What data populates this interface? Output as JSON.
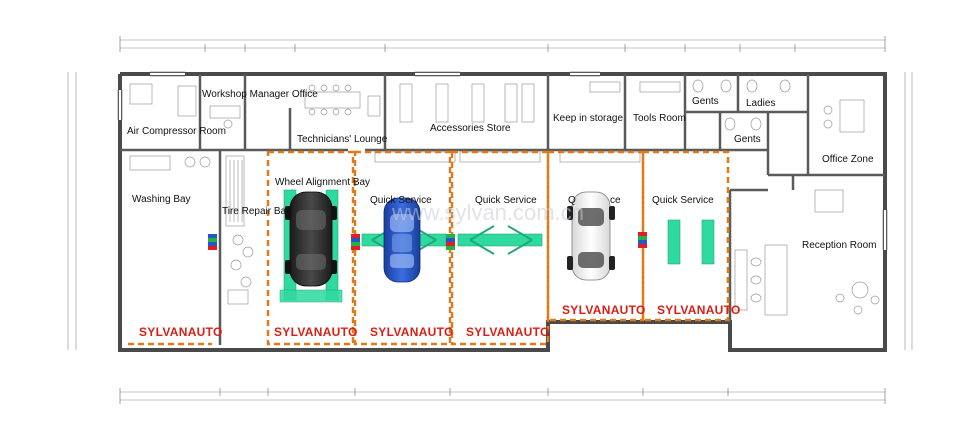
{
  "rooms": {
    "air_compressor": "Air Compressor Room",
    "workshop_manager": "Workshop Manager Office",
    "technicians_lounge": "Technicians' Lounge",
    "accessories_store": "Accessories Store",
    "keep_in_storage": "Keep in storage",
    "tools_room": "Tools Room",
    "gents_top": "Gents",
    "ladies": "Ladies",
    "gents_bottom": "Gents",
    "office_zone": "Office Zone",
    "washing_bay": "Washing Bay",
    "tire_repair_bay": "Tire Repair Bay",
    "wheel_alignment_bay": "Wheel Alignment Bay",
    "quick_service_1": "Quick Service",
    "quick_service_2": "Quick Service",
    "quick_service_3": "Q",
    "quick_service_3b": "ce",
    "quick_service_4": "Quick Service",
    "reception_room": "Reception Room"
  },
  "brand": {
    "b1": "SYLVANAUTO",
    "b2": "SYLVANAUTO",
    "b3": "SYLVANAUTO",
    "b4": "SYLVANAUTO",
    "b5": "SYLVANAUTO",
    "b6": "SYLVANAUTO"
  },
  "watermark": "www.sylvan.com.cn",
  "colors": {
    "wall": "#4a4a4a",
    "bay_outline": "#e07b1a",
    "brand_red": "#d81f16",
    "lift_green": "#2fd9a0",
    "car_blue": "#2a55c8"
  },
  "icons": {
    "car_black": "car-topview-icon",
    "car_blue": "car-topview-icon",
    "car_white": "car-topview-icon",
    "tire_stack": "tire-rack-icon",
    "toilet": "toilet-icon",
    "desk": "desk-icon"
  }
}
